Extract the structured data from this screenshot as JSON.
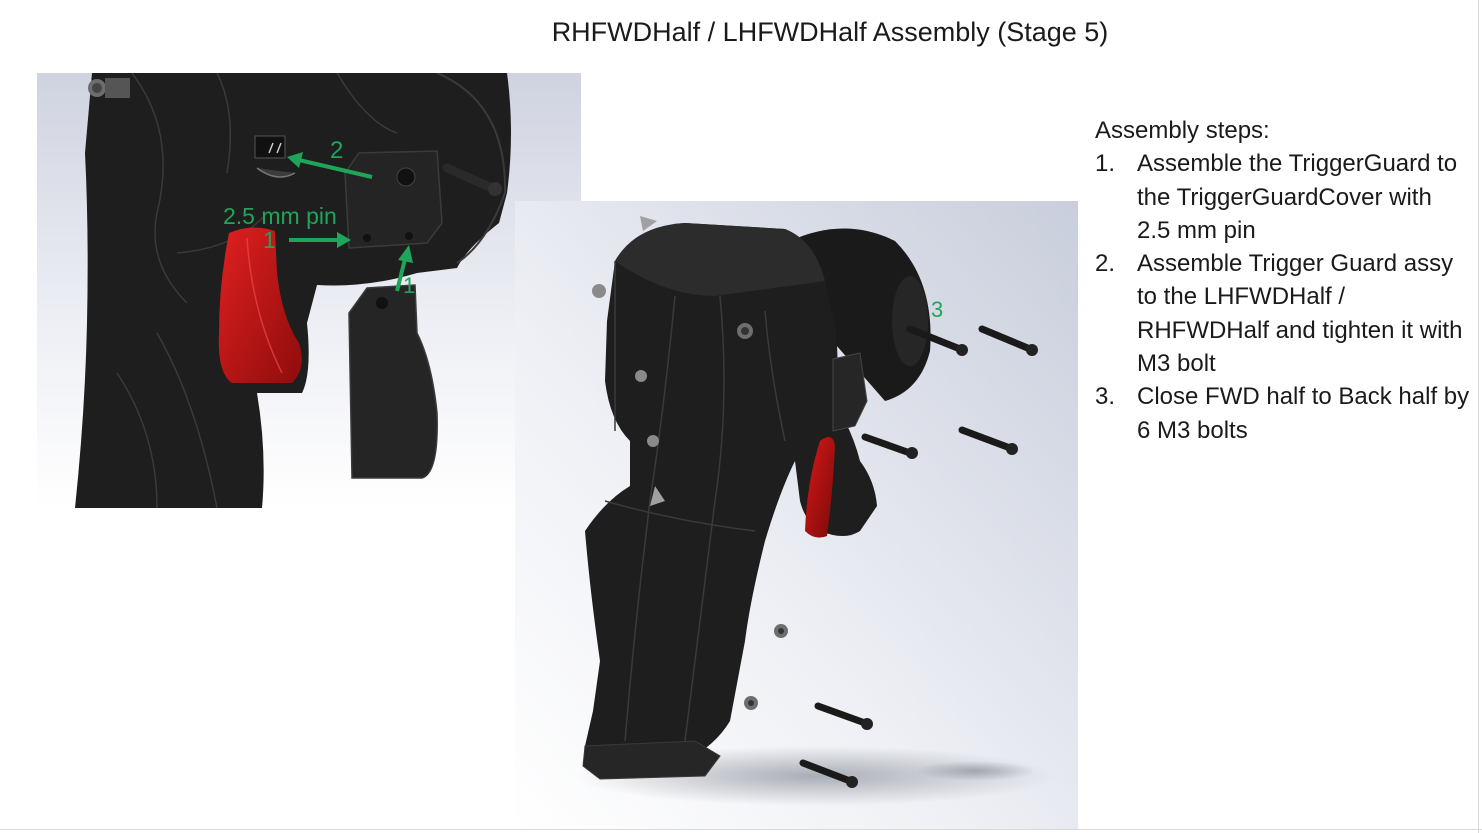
{
  "slide": {
    "title": "RHFWDHalf / LHFWDHalf Assembly (Stage 5)"
  },
  "steps": {
    "heading": "Assembly steps:",
    "items": [
      {
        "number": "1.",
        "text": "Assemble the TriggerGuard to the TriggerGuardCover with 2.5 mm pin"
      },
      {
        "number": "2.",
        "text": "Assemble Trigger Guard assy to the LHFWDHalf / RHFWDHalf and tighten it with M3 bolt"
      },
      {
        "number": "3.",
        "text": "Close FWD half to Back half by 6 M3 bolts"
      }
    ]
  },
  "detail_view": {
    "callouts": {
      "pin_label": "2.5 mm pin",
      "arrow_1a": "1",
      "arrow_1b": "1",
      "arrow_2": "2"
    }
  },
  "main_view": {
    "callouts": {
      "arrow_3": "3"
    }
  },
  "colors": {
    "callout_green": "#1fa55a",
    "trigger_red": "#c41414",
    "body_black": "#1e1e1e"
  }
}
